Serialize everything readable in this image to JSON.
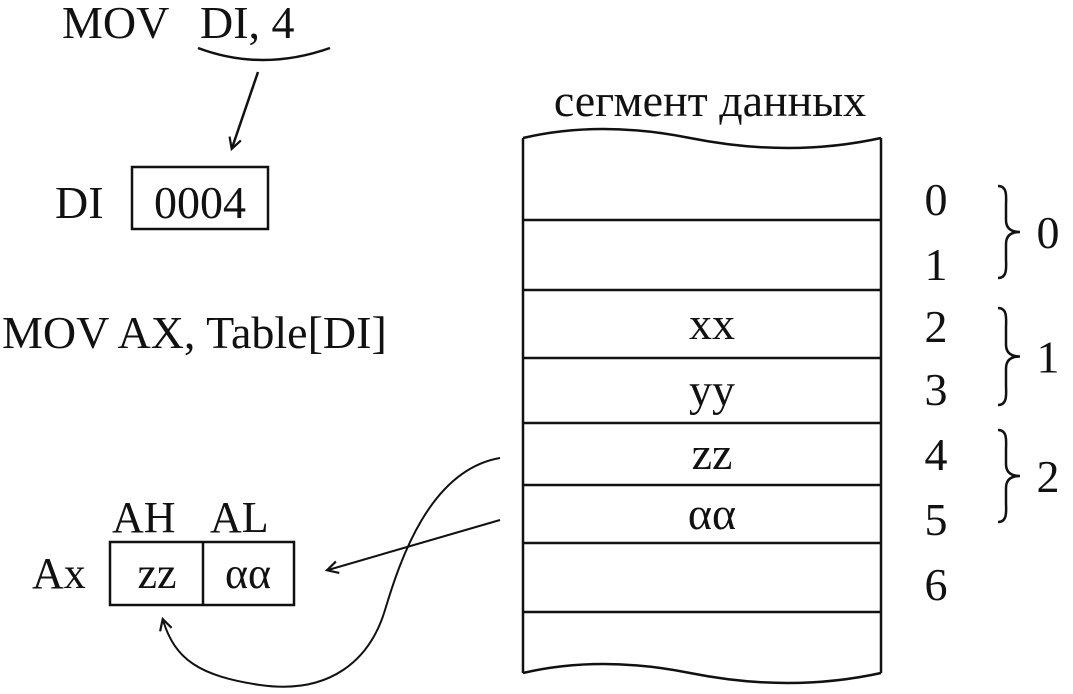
{
  "instr1": {
    "mnemonic": "MOV",
    "operand": "DI, 4"
  },
  "di_register": {
    "label": "DI",
    "value": "0004"
  },
  "instr2": {
    "text": "MOV AX, Table[DI]"
  },
  "segment": {
    "title": "сегмент данных",
    "cells": [
      "",
      "",
      "xx",
      "yy",
      "zz",
      "αα",
      "",
      ""
    ],
    "byte_offsets": [
      "0",
      "1",
      "2",
      "3",
      "4",
      "5",
      "6"
    ],
    "word_indices": [
      "0",
      "1",
      "2"
    ]
  },
  "ax_register": {
    "label": "Ax",
    "high_label": "AH",
    "low_label": "AL",
    "high_value": "zz",
    "low_value": "αα"
  }
}
